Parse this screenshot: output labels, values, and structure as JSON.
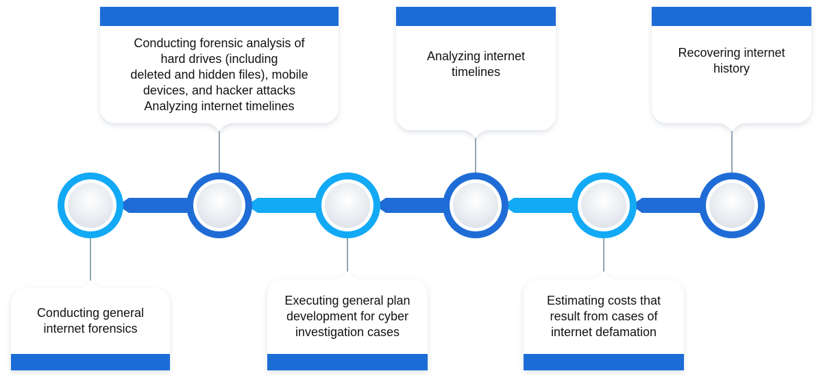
{
  "colors": {
    "light_blue": "#12A9F5",
    "dark_blue": "#1F6CD6",
    "connector": "#90A4B4",
    "card_fill": "#FFFFFF",
    "circle_inner": "#EEF1F5"
  },
  "steps": [
    {
      "position": "bottom",
      "color": "light",
      "text": "Conducting general\ninternet forensics"
    },
    {
      "position": "top",
      "color": "dark",
      "text": "Conducting forensic analysis of\nhard drives (including\ndeleted and hidden files), mobile\ndevices, and hacker attacks\nAnalyzing internet timelines"
    },
    {
      "position": "bottom",
      "color": "light",
      "text": "Executing general plan\ndevelopment for cyber\ninvestigation cases"
    },
    {
      "position": "top",
      "color": "dark",
      "text": "Analyzing internet\ntimelines"
    },
    {
      "position": "bottom",
      "color": "light",
      "text": "Estimating costs that\nresult from cases of\ninternet defamation"
    },
    {
      "position": "top",
      "color": "dark",
      "text": "Recovering internet\nhistory"
    }
  ]
}
